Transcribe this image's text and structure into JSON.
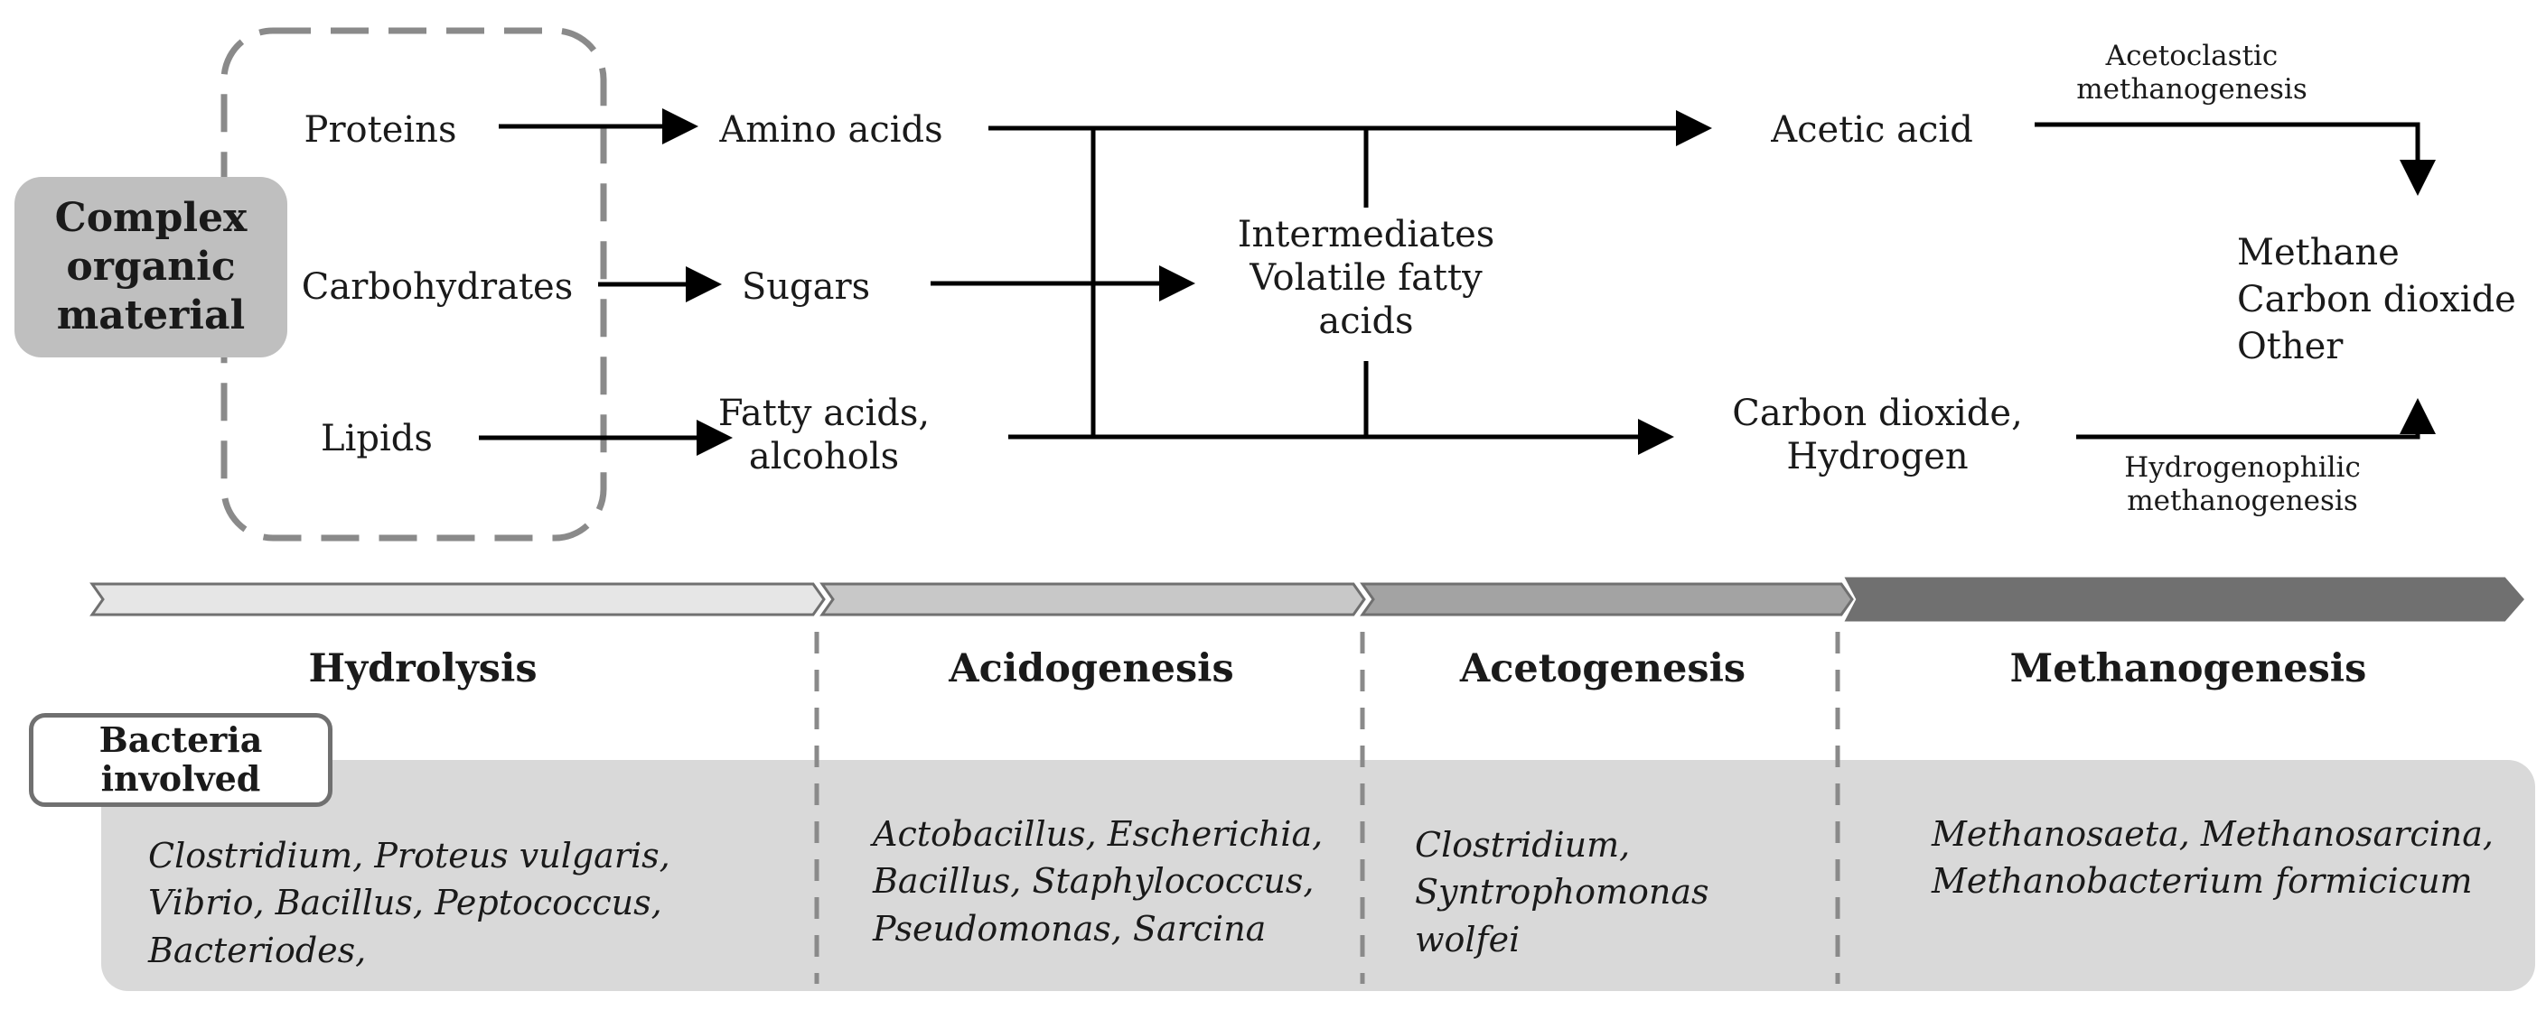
{
  "source": {
    "label": "Complex organic material"
  },
  "polymers": {
    "proteins": "Proteins",
    "carbohydrates": "Carbohydrates",
    "lipids": "Lipids"
  },
  "monomers": {
    "amino_acids": "Amino acids",
    "sugars": "Sugars",
    "fatty_acids": [
      "Fatty acids,",
      "alcohols"
    ]
  },
  "intermediates": [
    "Intermediates",
    "Volatile fatty",
    "acids"
  ],
  "acetate": "Acetic acid",
  "co2_h2": [
    "Carbon dioxide,",
    "Hydrogen"
  ],
  "routes": {
    "acetoclastic": [
      "Acetoclastic",
      "methanogenesis"
    ],
    "hydrogenophilic": [
      "Hydrogenophilic",
      "methanogenesis"
    ]
  },
  "products": [
    "Methane",
    "Carbon dioxide",
    "Other"
  ],
  "stages": [
    {
      "name": "Hydrolysis",
      "color": "#e6e6e6"
    },
    {
      "name": "Acidogenesis",
      "color": "#c8c8c8"
    },
    {
      "name": "Acetogenesis",
      "color": "#a3a3a3"
    },
    {
      "name": "Methanogenesis",
      "color": "#707070"
    }
  ],
  "bacteria_label": "Bacteria involved",
  "bacteria": {
    "hydrolysis": "Clostridium, Proteus vulgaris, Vibrio, Bacillus, Peptococcus, Bacteriodes,",
    "acidogenesis": "Actobacillus, Escherichia, Bacillus, Staphylococcus, Pseudomonas, Sarcina",
    "acetogenesis": "Clostridium, Syntrophomonas wolfei",
    "methanogenesis": "Methanosaeta, Methanosarcina, Methanobacterium formicicum"
  },
  "colors": {
    "panel": "#d9d9d9",
    "source_box": "#bfbfbf",
    "dashed": "#8a8a8a",
    "arrow": "#000000"
  }
}
